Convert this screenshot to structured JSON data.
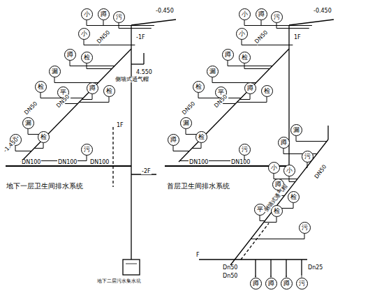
{
  "diagram": {
    "nodes": [
      {
        "text": [
          "小"
        ]
      },
      {
        "text": [
          "蹲"
        ]
      },
      {
        "text": [
          "污"
        ]
      },
      {
        "text": [
          "小"
        ]
      },
      {
        "text": [
          "蹲"
        ]
      },
      {
        "text": [
          "检"
        ]
      },
      {
        "text": [
          "漏"
        ]
      },
      {
        "text": [
          "平"
        ]
      },
      {
        "text": [
          "检"
        ]
      },
      {
        "text": [
          "蹲"
        ]
      },
      {
        "text": [
          "检"
        ]
      },
      {
        "text": [
          "漏"
        ]
      },
      {
        "text": [
          "蹲"
        ]
      },
      {
        "text": [
          "检"
        ]
      },
      {
        "text": [
          "污"
        ]
      },
      {
        "text": [
          "小"
        ]
      },
      {
        "text": [
          "蹲"
        ]
      },
      {
        "text": [
          "污"
        ]
      },
      {
        "text": [
          "小"
        ]
      },
      {
        "text": [
          "蹲"
        ]
      },
      {
        "text": [
          "检"
        ]
      },
      {
        "text": [
          "漏"
        ]
      },
      {
        "text": [
          "平"
        ]
      },
      {
        "text": [
          "检"
        ]
      },
      {
        "text": [
          "蹲"
        ]
      },
      {
        "text": [
          "检"
        ]
      },
      {
        "text": [
          "漏"
        ]
      },
      {
        "text": [
          "蹲"
        ]
      },
      {
        "text": [
          "检"
        ]
      },
      {
        "text": [
          "污"
        ]
      },
      {
        "text": [
          "漏"
        ]
      },
      {
        "text": [
          "蹲"
        ]
      },
      {
        "text": [
          "污"
        ]
      },
      {
        "text": [
          "小"
        ]
      },
      {
        "text": [
          "小"
        ]
      },
      {
        "text": [
          "蹲"
        ]
      },
      {
        "text": [
          "检"
        ]
      },
      {
        "text": [
          "平"
        ]
      },
      {
        "text": [
          "检"
        ]
      },
      {
        "text": [
          "污"
        ]
      },
      {
        "text": [
          "蹲"
        ]
      },
      {
        "text": [
          "蹲"
        ]
      },
      {
        "text": [
          "蹲"
        ]
      },
      {
        "text": [
          "污"
        ]
      }
    ],
    "labels": [
      "-0.450",
      "-1F",
      "DN50",
      "DN50",
      "DN50",
      "DN100",
      "DN100",
      "DN100",
      "-1.450",
      "4.550",
      "侧墙式通气帽",
      "1F",
      "-2F",
      "地下二层污水集水坑",
      "地下一层卫生间排水系统",
      "-0.450",
      "1F",
      "DN50",
      "DN50",
      "DN50",
      "DN100",
      "DN100",
      "首层卫生间排水系统",
      "F",
      "Dn50",
      "Dn50",
      "Dn25",
      "侧墙式通气帽",
      "DN50"
    ]
  }
}
